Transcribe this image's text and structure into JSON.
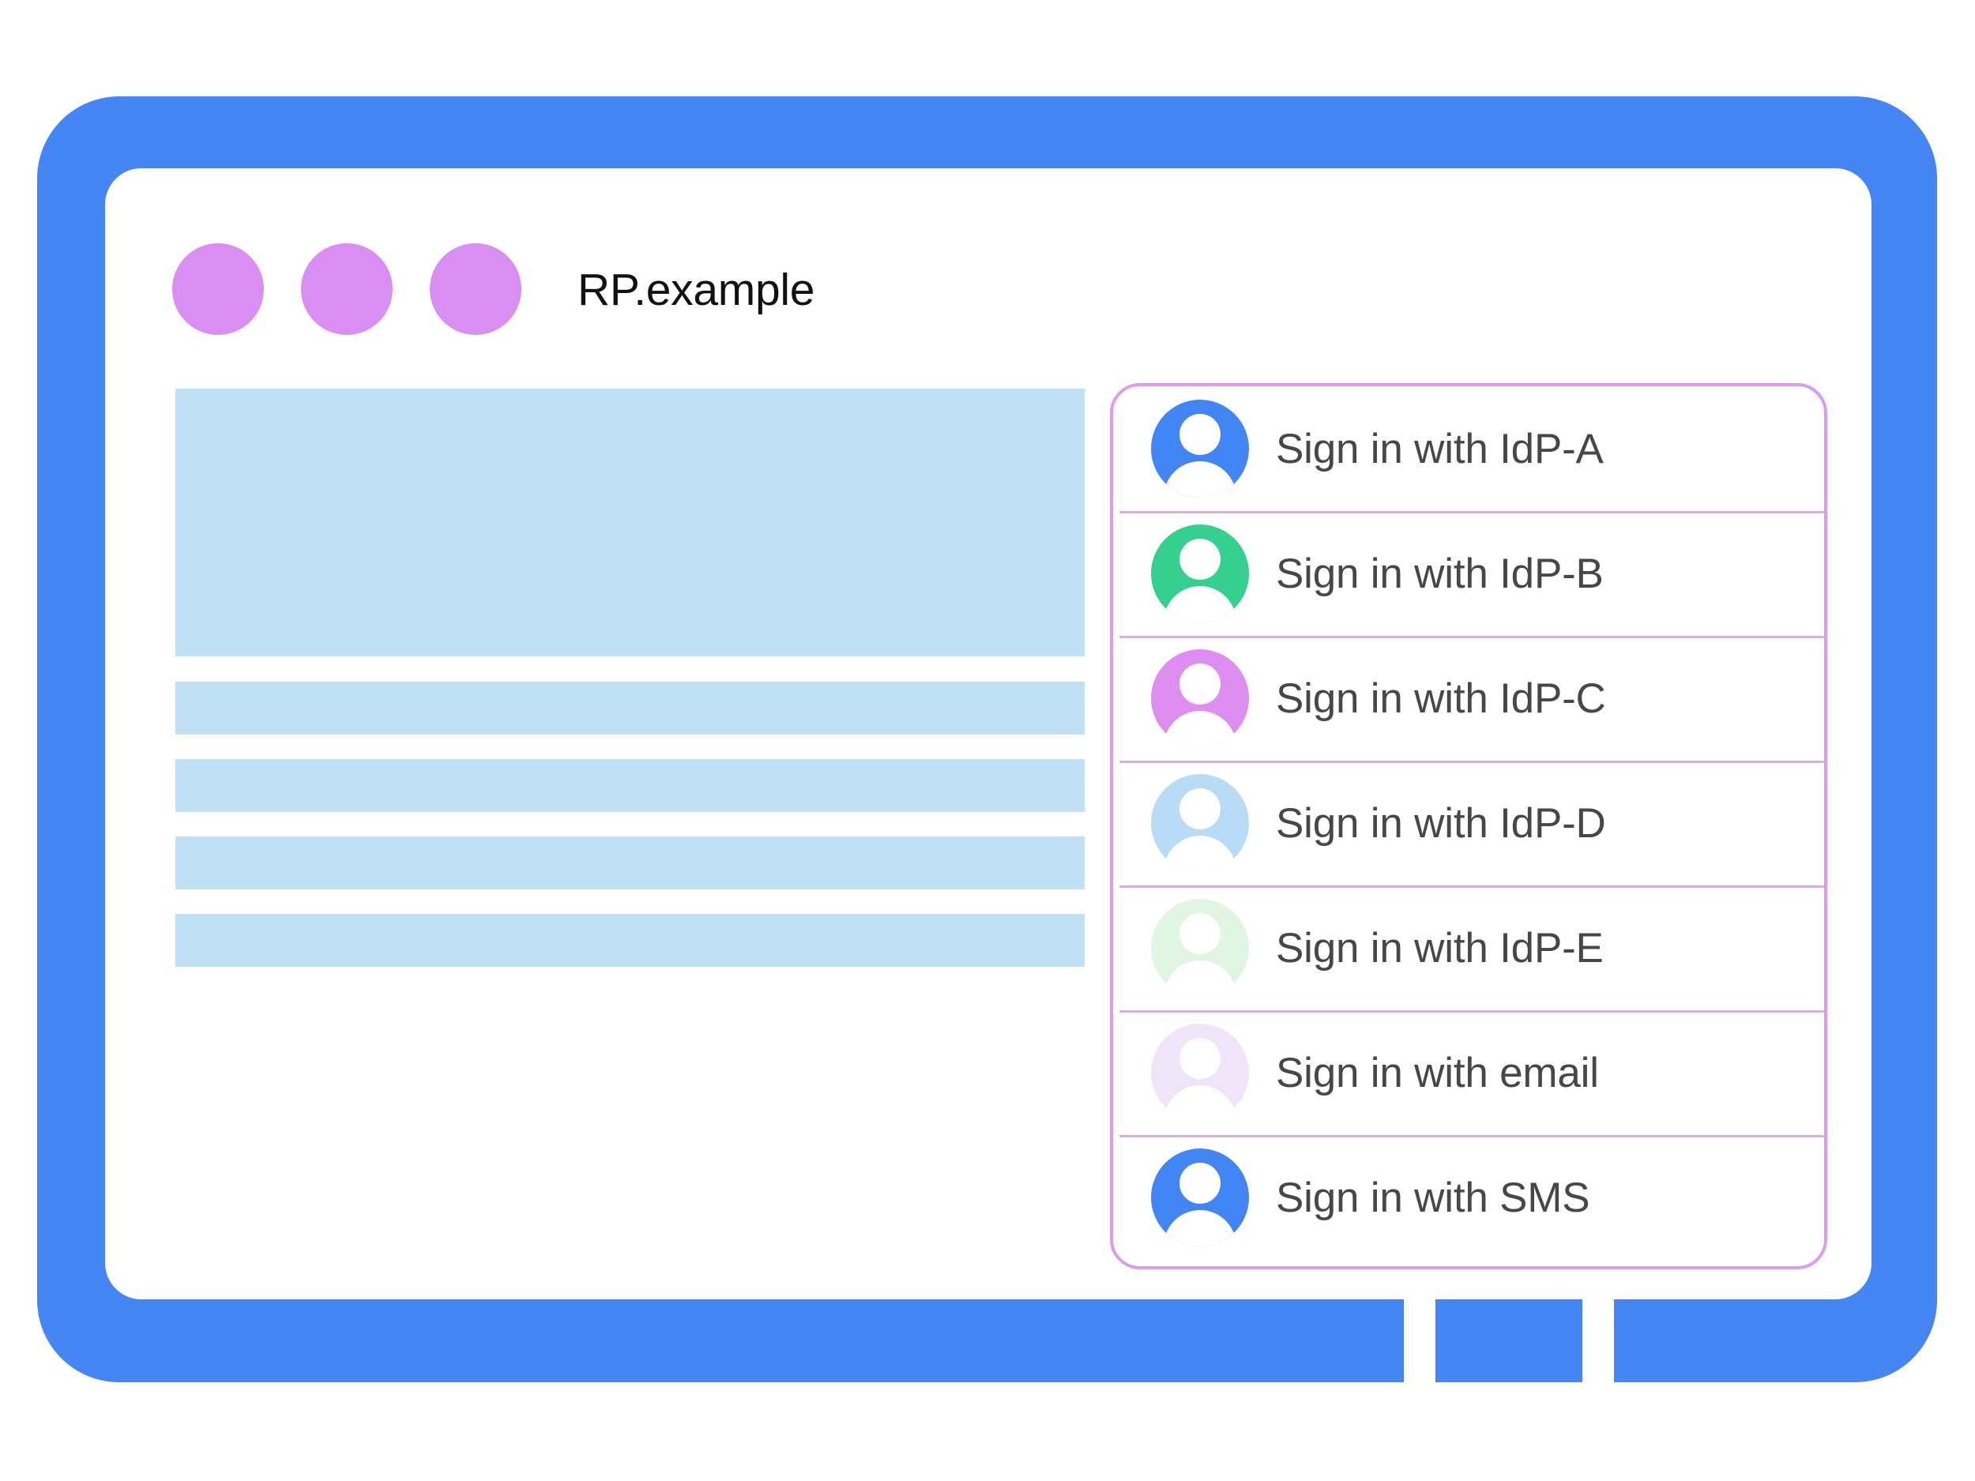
{
  "browser": {
    "title": "RP.example",
    "titlebar_dots": [
      "window-dot-1",
      "window-dot-2",
      "window-dot-3"
    ],
    "dot_color": "#d98ef2"
  },
  "colors": {
    "device_frame": "#4585f4",
    "screen": "#ffffff",
    "placeholder_block": "#bfe0f5",
    "panel_border": "#dd9bee",
    "row_divider": "#dfa8ef",
    "label_text": "#474747",
    "title_text": "#111111"
  },
  "content_placeholders": [
    {
      "name": "hero-block",
      "kind": "hero"
    },
    {
      "name": "text-bar-1",
      "kind": "bar"
    },
    {
      "name": "text-bar-2",
      "kind": "bar"
    },
    {
      "name": "text-bar-3",
      "kind": "bar"
    },
    {
      "name": "text-bar-4",
      "kind": "bar"
    }
  ],
  "signin_panel": {
    "name": "account-chooser-panel",
    "rows": [
      {
        "label": "Sign in with IdP-A",
        "icon": "person-avatar-icon",
        "avatar_color": "#4285f4"
      },
      {
        "label": "Sign in with IdP-B",
        "icon": "person-avatar-icon",
        "avatar_color": "#35cf90"
      },
      {
        "label": "Sign in with IdP-C",
        "icon": "person-avatar-icon",
        "avatar_color": "#dd8ef0"
      },
      {
        "label": "Sign in with IdP-D",
        "icon": "person-avatar-icon",
        "avatar_color": "#b8dcf5"
      },
      {
        "label": "Sign in with IdP-E",
        "icon": "person-avatar-icon",
        "avatar_color": "#e0f5e2"
      },
      {
        "label": "Sign in with email",
        "icon": "person-avatar-icon",
        "avatar_color": "#f0e4f8"
      },
      {
        "label": "Sign in with SMS",
        "icon": "person-avatar-icon",
        "avatar_color": "#4285f4"
      }
    ]
  },
  "device": {
    "home_button": "home-button"
  }
}
